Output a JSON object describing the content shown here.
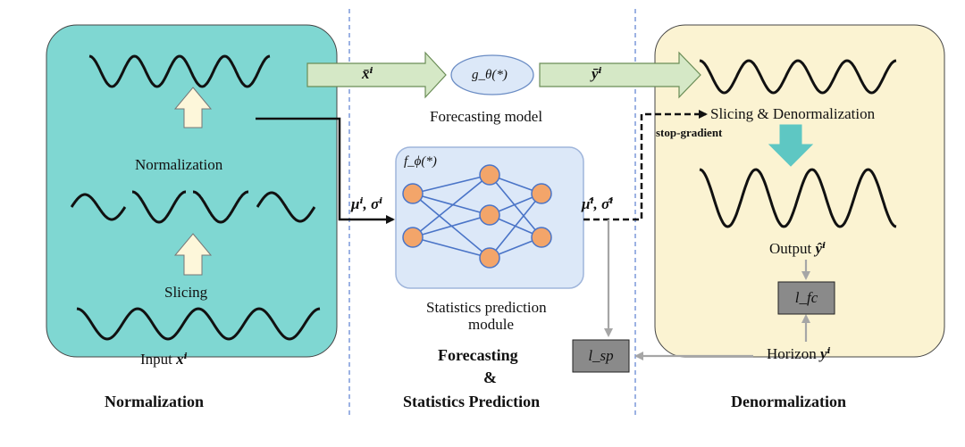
{
  "colors": {
    "normalization_panel": "#7fd7d2",
    "denormalization_panel": "#fbf3d2",
    "statistics_module_panel": "#dce8f8",
    "neuron_fill": "#f3a56a",
    "network_edge": "#4a74c7",
    "block_arrow_fill": "#d5e8c6",
    "up_arrow_fill": "#fdf7da",
    "down_arrow_fill": "#5ec7c3",
    "loss_box_fill": "#8a8a8a",
    "divider": "#5a7fd0"
  },
  "left": {
    "normalization_label": "Normalization",
    "slicing_label": "Slicing",
    "input_label": "Input",
    "input_symbol": "xⁱ",
    "section_title": "Normalization"
  },
  "middle": {
    "x_bar_label": "x̄ⁱ",
    "forecast_model_symbol": "g_θ(*)",
    "y_bar_label": "ȳⁱ",
    "forecasting_model_label": "Forecasting model",
    "stats_in_label": "μⁱ, σⁱ",
    "stats_module_symbol": "f_ϕ(*)",
    "stats_out_label": "μ̂ⁱ, σ̂ⁱ",
    "stats_module_label_line1": "Statistics prediction",
    "stats_module_label_line2": "module",
    "loss_sp": "l_sp",
    "section_title_line1": "Forecasting",
    "section_title_line2": "&",
    "section_title_line3": "Statistics Prediction"
  },
  "right": {
    "slicing_denorm_label": "Slicing & Denormalization",
    "stop_gradient_label": "stop-gradient",
    "output_label": "Output",
    "output_symbol": "ŷⁱ",
    "loss_fc": "l_fc",
    "horizon_label": "Horizon",
    "horizon_symbol": "yⁱ",
    "section_title": "Denormalization"
  }
}
